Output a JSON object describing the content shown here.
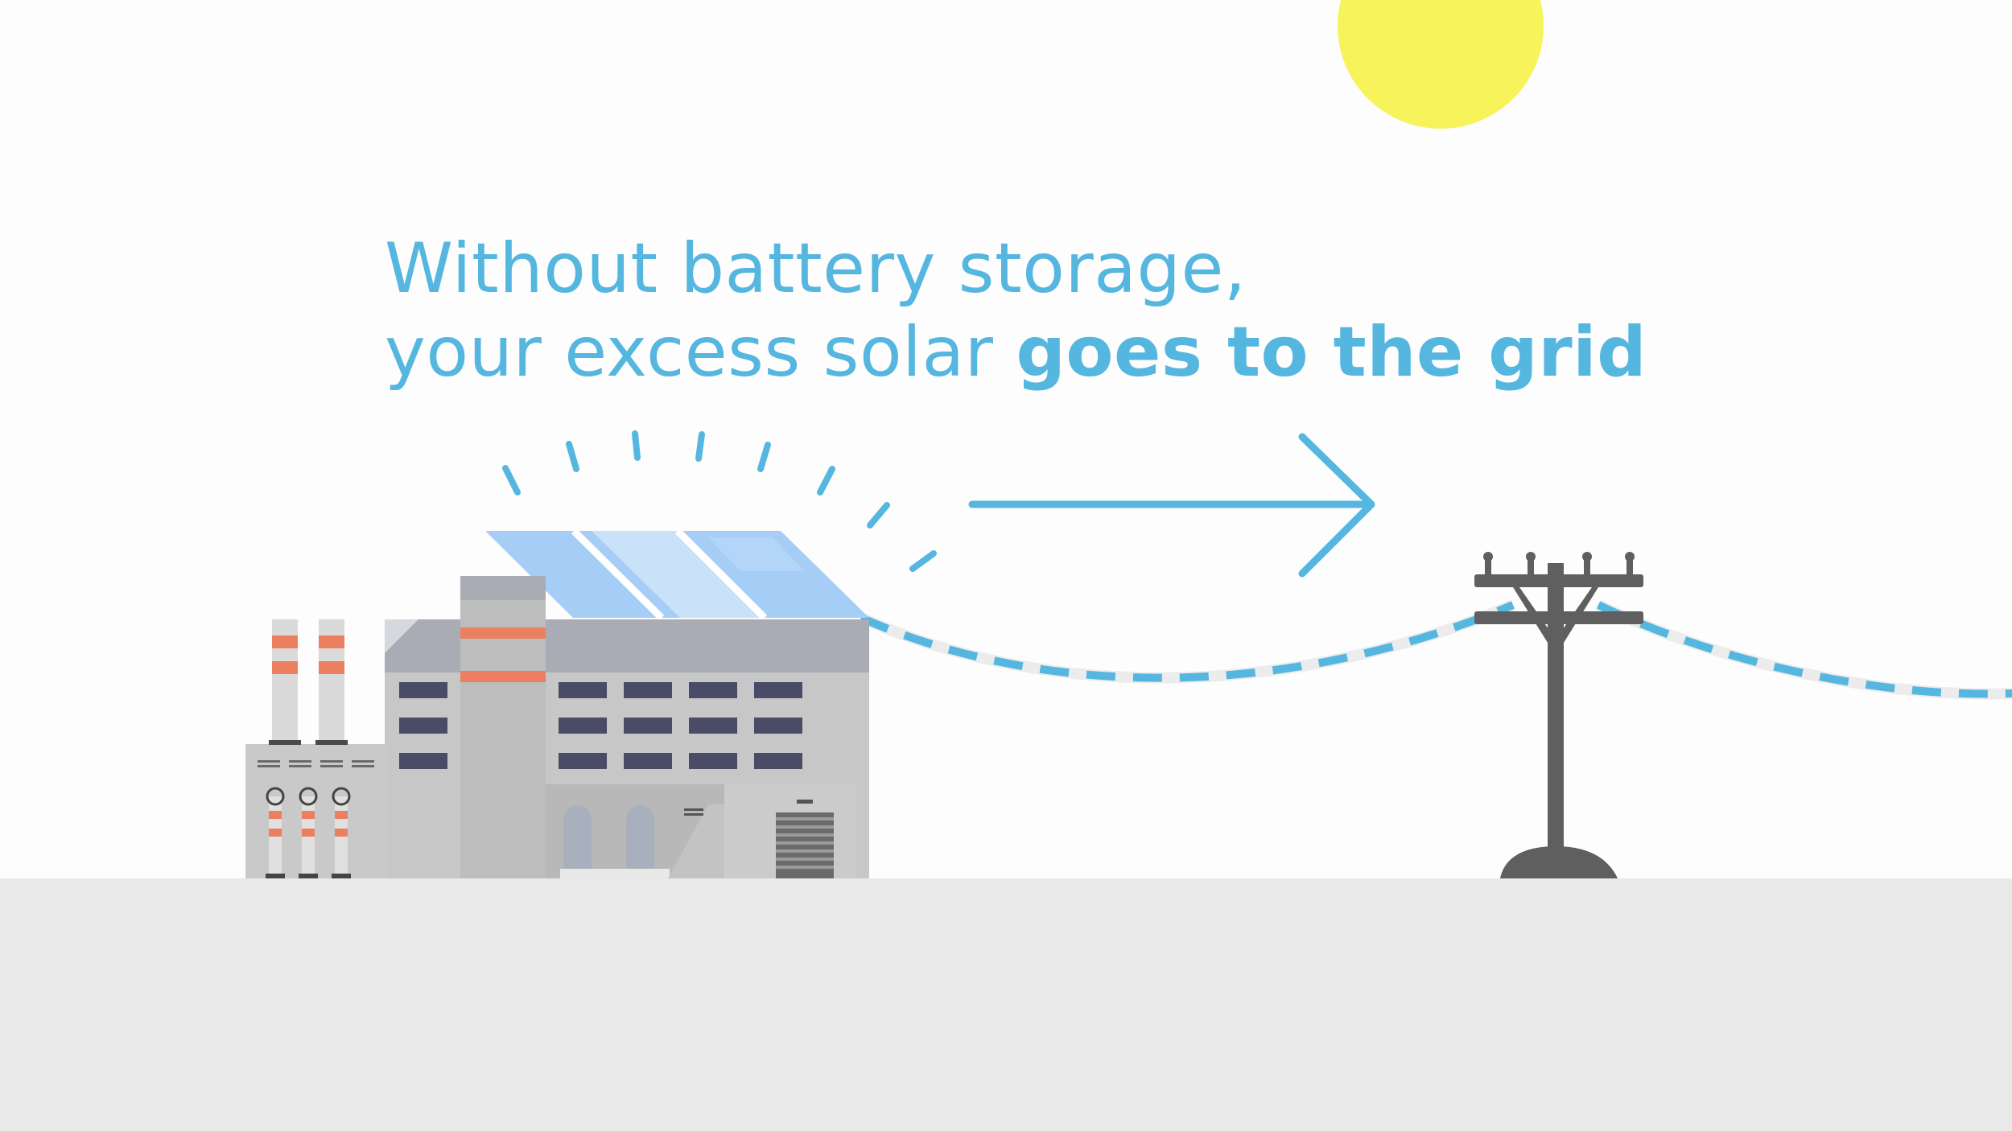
{
  "caption": {
    "line1": "Without battery storage,",
    "line2_regular": "your excess solar ",
    "line2_bold": "goes to the grid"
  },
  "colors": {
    "text": "#55b6df",
    "sun": "#f7f35a",
    "ground": "#e9e9e9",
    "power_line": "#55b6df",
    "factory": "#c8c8c8",
    "accent_stripe": "#ec7f5f",
    "solar_panel": "#9cc9f4",
    "pole": "#5f5f5f"
  },
  "icons": [
    "sun-icon",
    "solar-factory-icon",
    "arrow-right-icon",
    "utility-pole-icon",
    "sparkle-rays-icon"
  ]
}
